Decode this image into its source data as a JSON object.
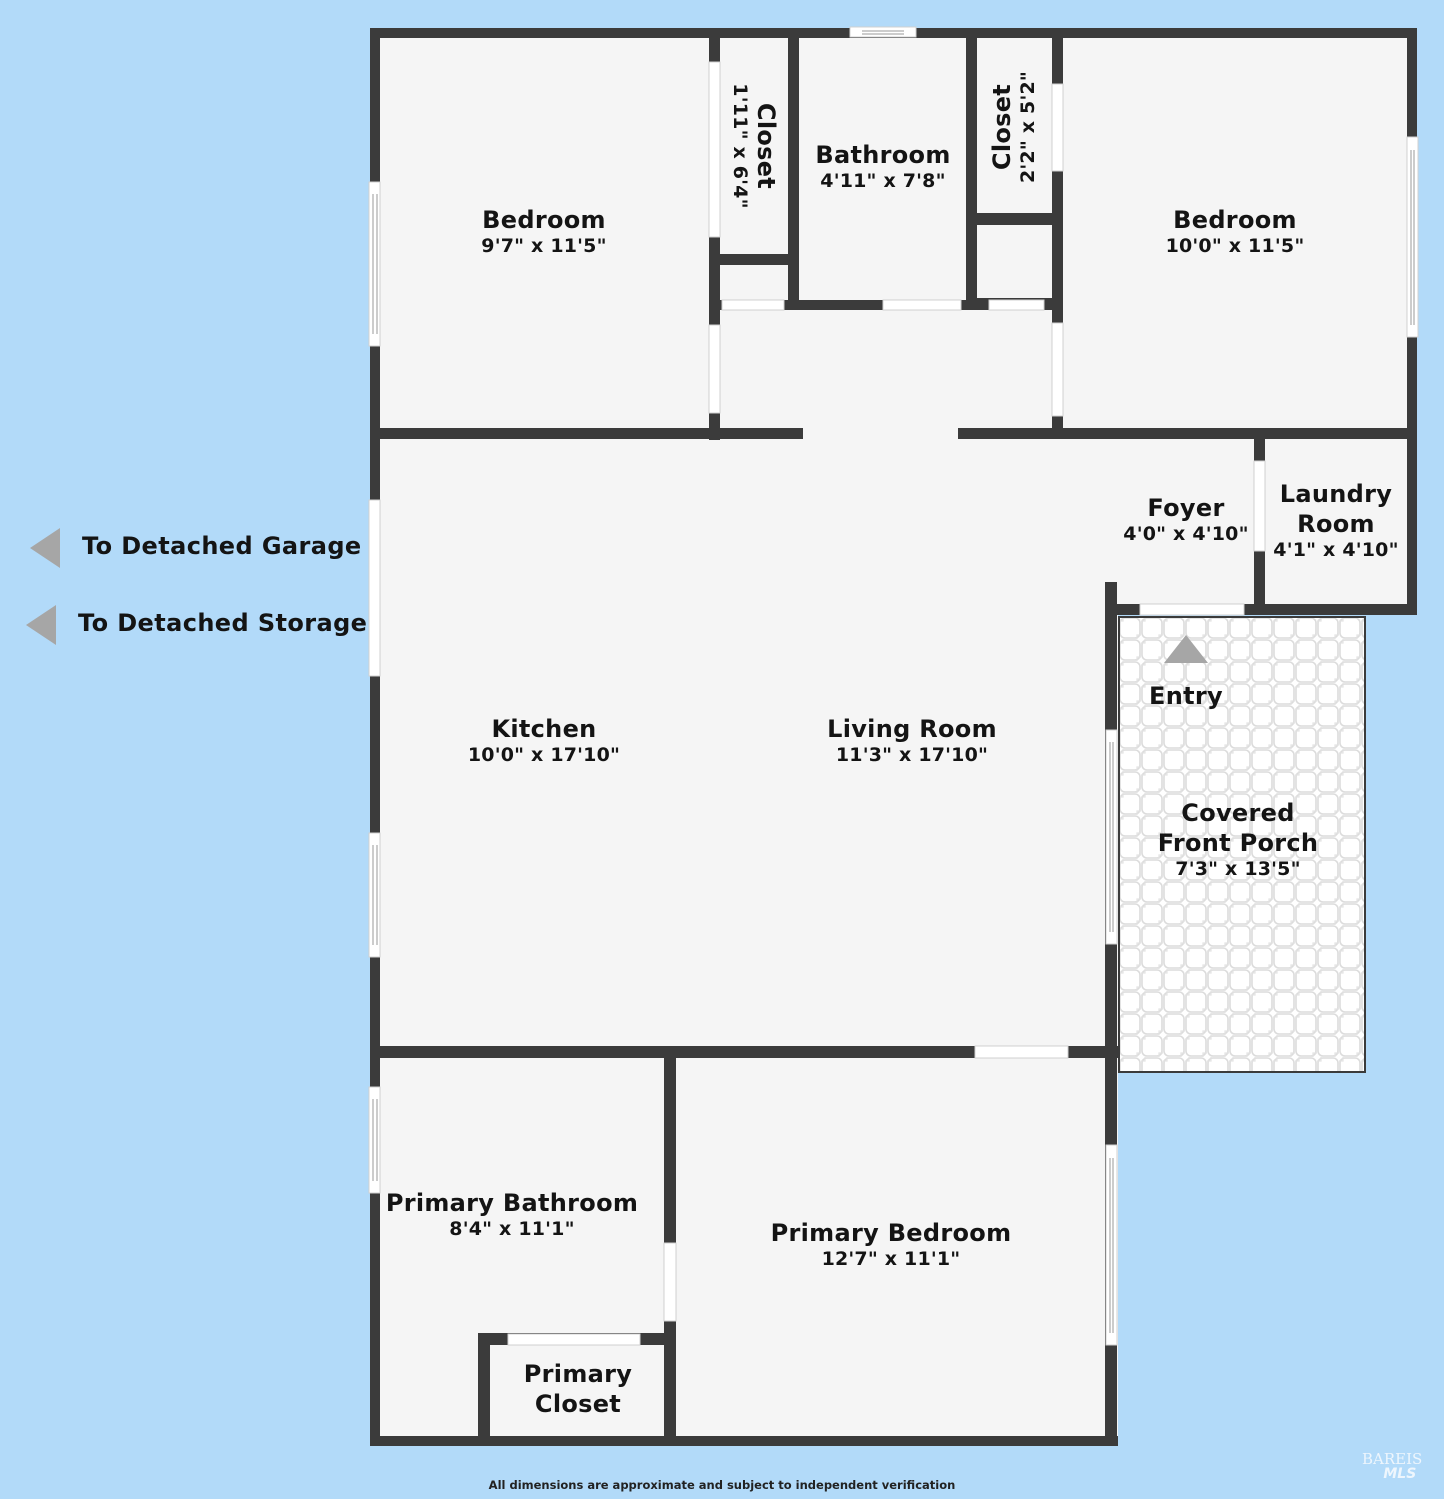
{
  "colors": {
    "background": "#b2daf9",
    "wall": "#3b3b3b",
    "floor": "#f5f5f5",
    "opening": "#ffffff",
    "arrow": "#a6a6a6",
    "porch_tile": "#dcdcdc"
  },
  "rooms": [
    {
      "id": "bedroom-1",
      "name": "Bedroom",
      "dims": "9'7\" x 11'5\""
    },
    {
      "id": "closet-1",
      "name": "Closet",
      "dims": "1'11\" x 6'4\""
    },
    {
      "id": "bathroom",
      "name": "Bathroom",
      "dims": "4'11\" x 7'8\""
    },
    {
      "id": "closet-2",
      "name": "Closet",
      "dims": "2'2\" x 5'2\""
    },
    {
      "id": "bedroom-2",
      "name": "Bedroom",
      "dims": "10'0\" x 11'5\""
    },
    {
      "id": "foyer",
      "name": "Foyer",
      "dims": "4'0\" x 4'10\""
    },
    {
      "id": "laundry",
      "name": "Laundry\nRoom",
      "name_line1": "Laundry",
      "name_line2": "Room",
      "dims": "4'1\" x 4'10\""
    },
    {
      "id": "kitchen",
      "name": "Kitchen",
      "dims": "10'0\" x 17'10\""
    },
    {
      "id": "living-room",
      "name": "Living Room",
      "dims": "11'3\" x 17'10\""
    },
    {
      "id": "porch",
      "name_line1": "Covered",
      "name_line2": "Front Porch",
      "dims": "7'3\" x 13'5\""
    },
    {
      "id": "primary-bathroom",
      "name": "Primary Bathroom",
      "dims": "8'4\" x 11'1\""
    },
    {
      "id": "primary-bedroom",
      "name": "Primary Bedroom",
      "dims": "12'7\" x 11'1\""
    },
    {
      "id": "primary-closet",
      "name_line1": "Primary",
      "name_line2": "Closet"
    }
  ],
  "entry": {
    "label": "Entry"
  },
  "exterior_links": [
    {
      "label": "To Detached Garage"
    },
    {
      "label": "To Detached Storage"
    }
  ],
  "footer": {
    "disclaimer": "All dimensions are approximate and subject to independent verification"
  },
  "watermark": {
    "line1": "BAREIS",
    "line2": "MLS"
  }
}
